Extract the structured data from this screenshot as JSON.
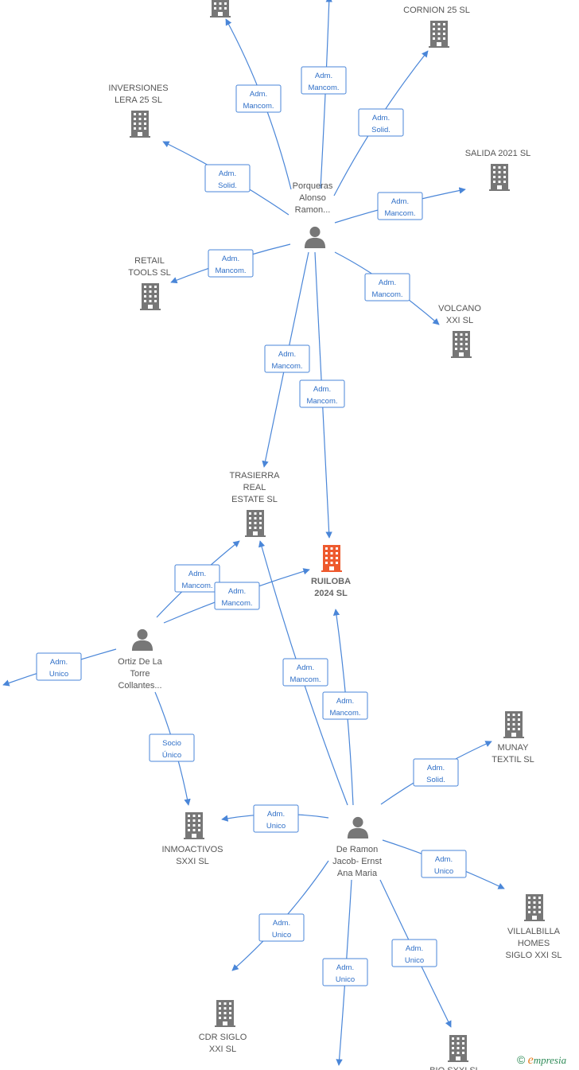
{
  "colors": {
    "edge": "#4a86d8",
    "building": "#777777",
    "focus_building": "#ee5a2e",
    "person": "#777777"
  },
  "companies": [
    {
      "id": "top",
      "lines": []
    },
    {
      "id": "cornion",
      "lines": [
        "CORNION 25  SL"
      ]
    },
    {
      "id": "inversiones",
      "lines": [
        "INVERSIONES",
        "LERA 25  SL"
      ]
    },
    {
      "id": "salida",
      "lines": [
        "SALIDA 2021  SL"
      ]
    },
    {
      "id": "retail",
      "lines": [
        "RETAIL",
        "TOOLS  SL"
      ]
    },
    {
      "id": "volcano",
      "lines": [
        "VOLCANO",
        "XXI  SL"
      ]
    },
    {
      "id": "trasierra",
      "lines": [
        "TRASIERRA",
        "REAL",
        "ESTATE  SL"
      ]
    },
    {
      "id": "ruiloba",
      "lines": [
        "RUILOBA",
        "2024  SL"
      ],
      "focus": true
    },
    {
      "id": "munay",
      "lines": [
        "MUNAY",
        "TEXTIL  SL"
      ]
    },
    {
      "id": "inmoactivos",
      "lines": [
        "INMOACTIVOS",
        "SXXI  SL"
      ]
    },
    {
      "id": "villalbilla",
      "lines": [
        "VILLALBILLA",
        "HOMES",
        "SIGLO XXI  SL"
      ]
    },
    {
      "id": "cdr",
      "lines": [
        "CDR SIGLO",
        "XXI  SL"
      ]
    },
    {
      "id": "bottom",
      "lines": [
        "BIO SXXI  SL"
      ]
    }
  ],
  "persons": [
    {
      "id": "porqueras",
      "lines": [
        "Porqueras",
        "Alonso",
        "Ramon..."
      ]
    },
    {
      "id": "ortiz",
      "lines": [
        "Ortiz De La",
        "Torre",
        "Collantes..."
      ]
    },
    {
      "id": "deramon",
      "lines": [
        "De Ramon",
        "Jacob- Ernst",
        "Ana Maria"
      ]
    }
  ],
  "edges": [
    {
      "from": "porqueras",
      "to": "top",
      "role": [
        "Adm.",
        "Mancom."
      ]
    },
    {
      "from": "porqueras",
      "to": "offtop",
      "role": [
        "Adm.",
        "Mancom."
      ]
    },
    {
      "from": "porqueras",
      "to": "cornion",
      "role": [
        "Adm.",
        "Solid."
      ]
    },
    {
      "from": "porqueras",
      "to": "inversiones",
      "role": [
        "Adm.",
        "Solid."
      ]
    },
    {
      "from": "porqueras",
      "to": "salida",
      "role": [
        "Adm.",
        "Mancom."
      ]
    },
    {
      "from": "porqueras",
      "to": "retail",
      "role": [
        "Adm.",
        "Mancom."
      ]
    },
    {
      "from": "porqueras",
      "to": "volcano",
      "role": [
        "Adm.",
        "Mancom."
      ]
    },
    {
      "from": "porqueras",
      "to": "trasierra",
      "role": [
        "Adm.",
        "Mancom."
      ]
    },
    {
      "from": "porqueras",
      "to": "ruiloba",
      "role": [
        "Adm.",
        "Mancom."
      ]
    },
    {
      "from": "ortiz",
      "to": "trasierra",
      "role": [
        "Adm.",
        "Mancom."
      ]
    },
    {
      "from": "ortiz",
      "to": "ruiloba",
      "role": [
        "Adm.",
        "Mancom."
      ]
    },
    {
      "from": "ortiz",
      "to": "offleft",
      "role": [
        "Adm.",
        "Unico"
      ]
    },
    {
      "from": "ortiz",
      "to": "inmoactivos",
      "role": [
        "Socio",
        "Único"
      ]
    },
    {
      "from": "deramon",
      "to": "trasierra",
      "role": [
        "Adm.",
        "Mancom."
      ]
    },
    {
      "from": "deramon",
      "to": "ruiloba",
      "role": [
        "Adm.",
        "Mancom."
      ]
    },
    {
      "from": "deramon",
      "to": "munay",
      "role": [
        "Adm.",
        "Solid."
      ]
    },
    {
      "from": "deramon",
      "to": "inmoactivos",
      "role": [
        "Adm.",
        "Unico"
      ]
    },
    {
      "from": "deramon",
      "to": "villalbilla",
      "role": [
        "Adm.",
        "Unico"
      ]
    },
    {
      "from": "deramon",
      "to": "cdr",
      "role": [
        "Adm.",
        "Unico"
      ]
    },
    {
      "from": "deramon",
      "to": "offbottom",
      "role": [
        "Adm.",
        "Unico"
      ]
    },
    {
      "from": "deramon",
      "to": "bottom",
      "role": [
        "Adm.",
        "Unico"
      ]
    }
  ],
  "brand": {
    "copyright": "©",
    "first": "e",
    "rest": "mpresia"
  }
}
